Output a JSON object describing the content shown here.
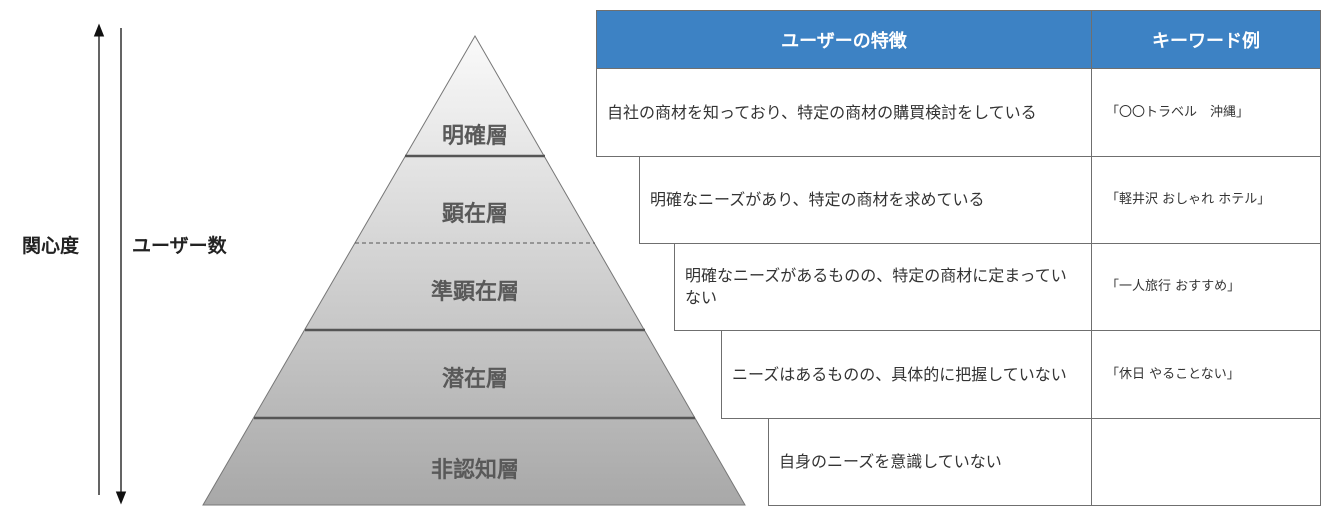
{
  "axes": {
    "interest": "関心度",
    "user_count": "ユーザー数"
  },
  "layers": [
    {
      "name": "明確層"
    },
    {
      "name": "顕在層"
    },
    {
      "name": "準顕在層"
    },
    {
      "name": "潜在層"
    },
    {
      "name": "非認知層"
    }
  ],
  "table": {
    "headers": [
      "ユーザーの特徴",
      "キーワード例"
    ],
    "rows": [
      {
        "feature": "自社の商材を知っており、特定の商材の購買検討をしている",
        "keyword": "「〇〇トラベル　沖縄」"
      },
      {
        "feature": "明確なニーズがあり、特定の商材を求めている",
        "keyword": "「軽井沢 おしゃれ ホテル」"
      },
      {
        "feature": "明確なニーズがあるものの、特定の商材に定まっていない",
        "keyword": "「一人旅行 おすすめ」"
      },
      {
        "feature": "ニーズはあるものの、具体的に把握していない",
        "keyword": "「休日 やることない」"
      },
      {
        "feature": "自身のニーズを意識していない",
        "keyword": ""
      }
    ]
  },
  "colors": {
    "header": "#3d82c4",
    "layer_top": "#f7f7f7",
    "layer_bottom": "#a6a6a6"
  }
}
